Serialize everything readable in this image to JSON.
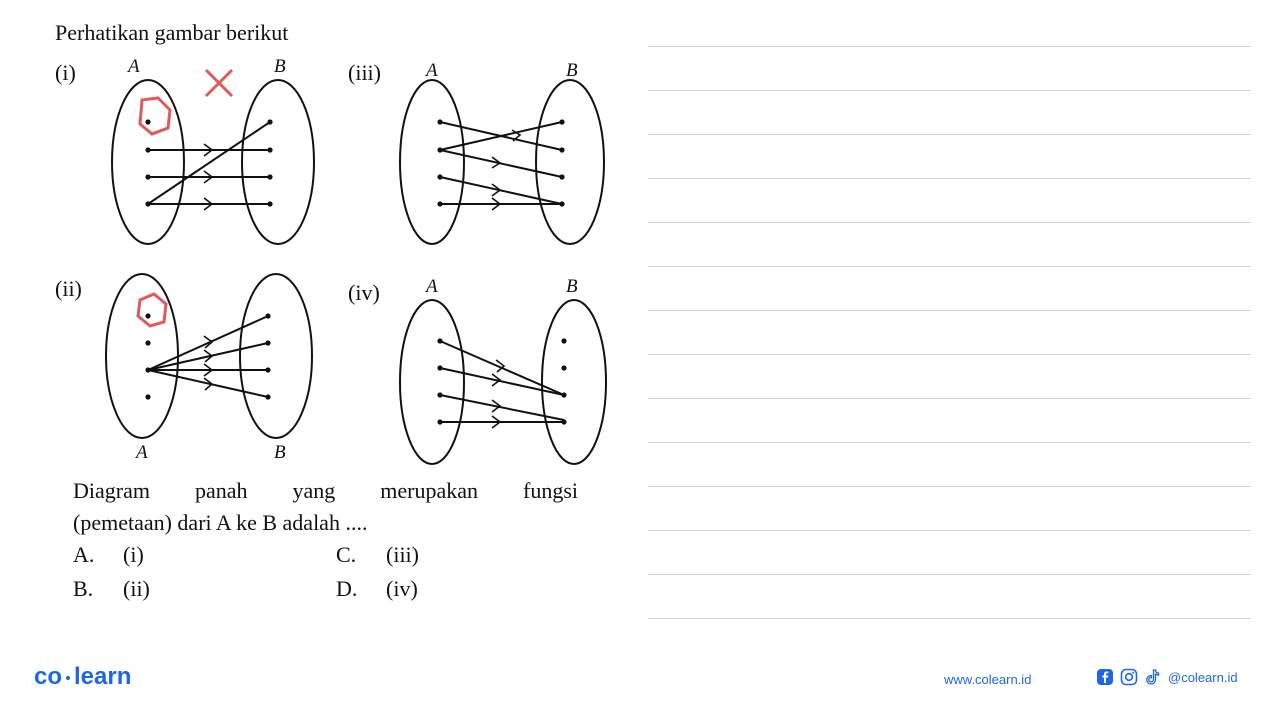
{
  "header": {
    "title": "Perhatikan gambar berikut"
  },
  "diagrams": {
    "d1": {
      "label": "(i)",
      "set_a": "A",
      "set_b": "B"
    },
    "d2": {
      "label": "(ii)",
      "set_a": "A",
      "set_b": "B"
    },
    "d3": {
      "label": "(iii)",
      "set_a": "A",
      "set_b": "B"
    },
    "d4": {
      "label": "(iv)",
      "set_a": "A",
      "set_b": "B"
    }
  },
  "question": {
    "line1": [
      "Diagram",
      "panah",
      "yang",
      "merupakan",
      "fungsi"
    ],
    "line2": "(pemetaan) dari A ke B adalah ...."
  },
  "options": [
    {
      "letter": "A.",
      "text": "(i)"
    },
    {
      "letter": "B.",
      "text": "(ii)"
    },
    {
      "letter": "C.",
      "text": "(iii)"
    },
    {
      "letter": "D.",
      "text": "(iv)"
    }
  ],
  "annotation_color": "#e05a5a",
  "footer": {
    "brand_left": "co",
    "brand_right": "learn",
    "url": "www.colearn.id",
    "handle": "@colearn.id",
    "icons": [
      "facebook-icon",
      "instagram-icon",
      "tiktok-icon"
    ],
    "brand_color": "#1f66e5"
  }
}
